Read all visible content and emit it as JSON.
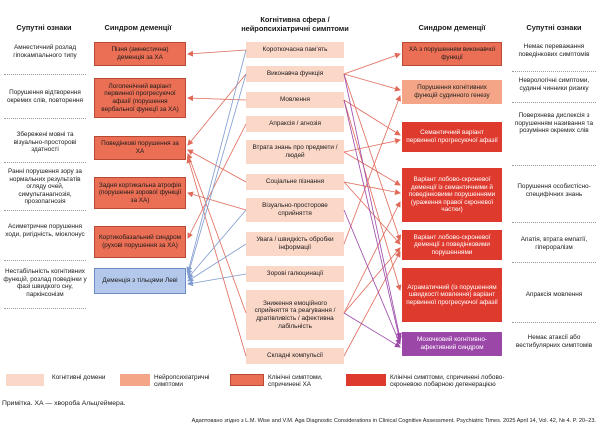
{
  "headers": {
    "left_signs": "Супутні ознаки",
    "left_syndromes": "Синдром деменції",
    "middle": "Когнітивна сфера / нейропсихіатричні симптоми",
    "right_syndromes": "Синдром деменції",
    "right_signs": "Супутні ознаки"
  },
  "left_signs": [
    "Амнестичний розлад гіпокампального типу",
    "Порушення відтворення окремих слів, повторення",
    "Збережені мовні та візуально-просторові здатності",
    "Ранні порушення зору за нормальних результатів огляду очей, симультанагнозія, прозопагнозія",
    "Асиметричне порушення ходи, ригідність, міоклонус",
    "Нестабільність когнітивних функцій, розлад поведінки у фазі швидкого сну, паркінсонізм"
  ],
  "left_syndromes": [
    "Пізня (амнестична) деменція за ХА",
    "Логопенічний варіант первинної прогресуючої афазії (порушення вербальної функції за ХА)",
    "Поведінкові порушення за ХА",
    "Задня кортикальна атрофія (порушення зорової функції за ХА)",
    "Кортикобазальний синдром (рухові порушення за ХА)",
    "Деменція з тільцями Леві"
  ],
  "middle": [
    "Короткочасна пам’ять",
    "Виконавча функція",
    "Мовлення",
    "Апраксія / агнозія",
    "Втрата знань про предмети / людей",
    "Соціальне пізнання",
    "Візуально-просторове сприйняття",
    "Увага / швидкість обробки інформації",
    "Зорові галюцинації",
    "Зниження емоційного сприйняття та реагування / дратівливість / афективна лабільність",
    "Складні компульсії"
  ],
  "right_syndromes": [
    "ХА з порушенням виконавчої функції",
    "Порушення когнітивних функцій судинного генезу",
    "Семантичний варіант первинної прогресуючої афазії",
    "Варіант лобово-скроневої деменції із семантичними й поведінковими порушеннями (ураження правої скроневої частки)",
    "Варіант лобово-скроневої деменції з поведінковими порушеннями",
    "Аграматичний (із порушенням швидкості мовлення) варіант первинної прогресуючої афазії",
    "Мозочковий когнітивно-афективний синдром"
  ],
  "right_signs": [
    "Немає переважання поведінкових симптомів",
    "Неврологічні симптоми, судинні чинники ризику",
    "Поверхнева дислексія з порушенням називання та розуміння окремих слів",
    "Порушення особистісно-специфічних знань",
    "Апатія, втрата емпатії, гіпероралізм",
    "Апраксія мовлення",
    "Немає атаксії або вестибулярних симптомів"
  ],
  "legend": [
    {
      "label": "Когнітивні домени",
      "color": "#fbd7c8"
    },
    {
      "label": "Нейропсихіатричні симптоми",
      "color": "#f4a587"
    },
    {
      "label": "Клінічні симптоми, спричинені ХА",
      "color": "#ea6f55"
    },
    {
      "label": "Клінічні симптоми, спричинені лобово-скроневою лобарною дегенерацією",
      "color": "#df3a2e"
    }
  ],
  "note": "Примітка. ХА — хвороба Альцгеймера.",
  "source": "Адаптовано згідно з L.M. Wise and V.M. Aga Diagnostic Considerations in Clinical Cognitive Assessment. Psychiatric Times. 2025 April 14, Vol. 42, № 4. P. 20–23.",
  "colors": {
    "arrow": "#e06a5a",
    "arrow_blue": "#7f9bd0",
    "arrow_purple": "#9b47a8"
  }
}
